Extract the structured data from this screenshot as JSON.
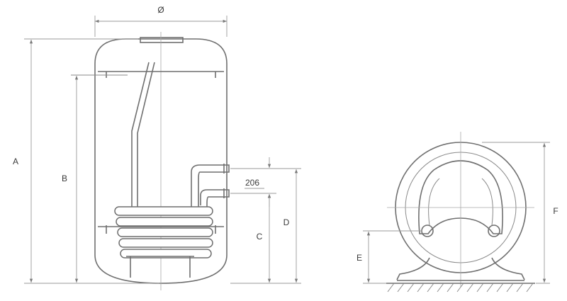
{
  "diagram": {
    "labels": {
      "diameter": "Ø",
      "a": "A",
      "b": "B",
      "c": "C",
      "d": "D",
      "e": "E",
      "f": "F",
      "coil_spacing": "206"
    }
  }
}
